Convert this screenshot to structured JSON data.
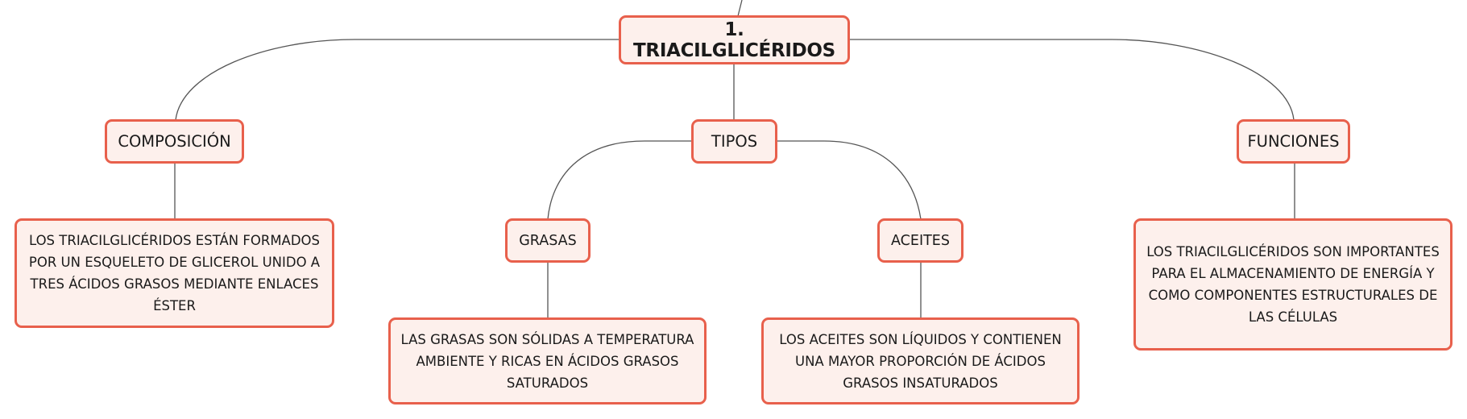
{
  "root": {
    "title": "1. TRIACILGLICÉRIDOS"
  },
  "composicion": {
    "label": "COMPOSICIÓN",
    "text": "LOS TRIACILGLICÉRIDOS ESTÁN FORMADOS POR UN ESQUELETO DE GLICEROL UNIDO A TRES ÁCIDOS GRASOS MEDIANTE ENLACES ÉSTER"
  },
  "tipos": {
    "label": "TIPOS",
    "grasas": {
      "label": "GRASAS",
      "text": "LAS GRASAS SON SÓLIDAS A TEMPERATURA AMBIENTE Y RICAS EN ÁCIDOS GRASOS SATURADOS"
    },
    "aceites": {
      "label": "ACEITES",
      "text": "LOS ACEITES SON LÍQUIDOS Y CONTIENEN UNA MAYOR PROPORCIÓN DE ÁCIDOS GRASOS INSATURADOS"
    }
  },
  "funciones": {
    "label": "FUNCIONES",
    "text": "LOS TRIACILGLICÉRIDOS SON IMPORTANTES PARA EL ALMACENAMIENTO DE ENERGÍA Y COMO COMPONENTES ESTRUCTURALES DE LAS CÉLULAS"
  },
  "colors": {
    "node_border": "#e8604c",
    "node_fill": "#fdf0ec",
    "connector": "#555555"
  }
}
